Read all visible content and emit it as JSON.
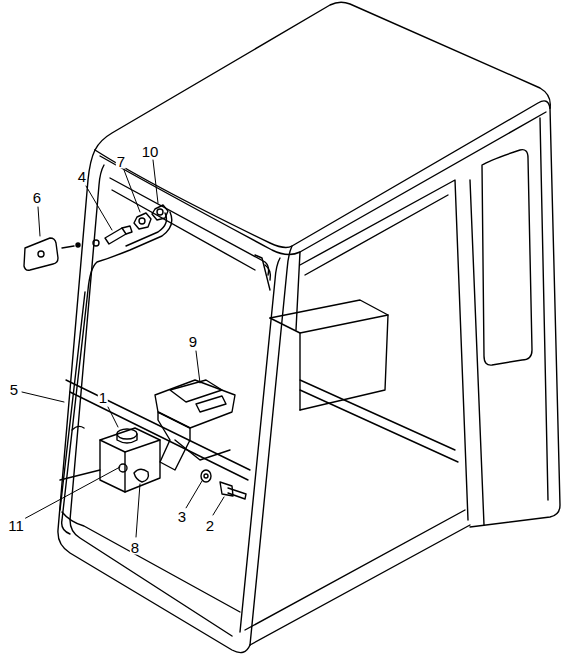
{
  "diagram": {
    "labels": [
      "6",
      "4",
      "7",
      "10",
      "9",
      "5",
      "1",
      "11",
      "8",
      "3",
      "2"
    ]
  }
}
